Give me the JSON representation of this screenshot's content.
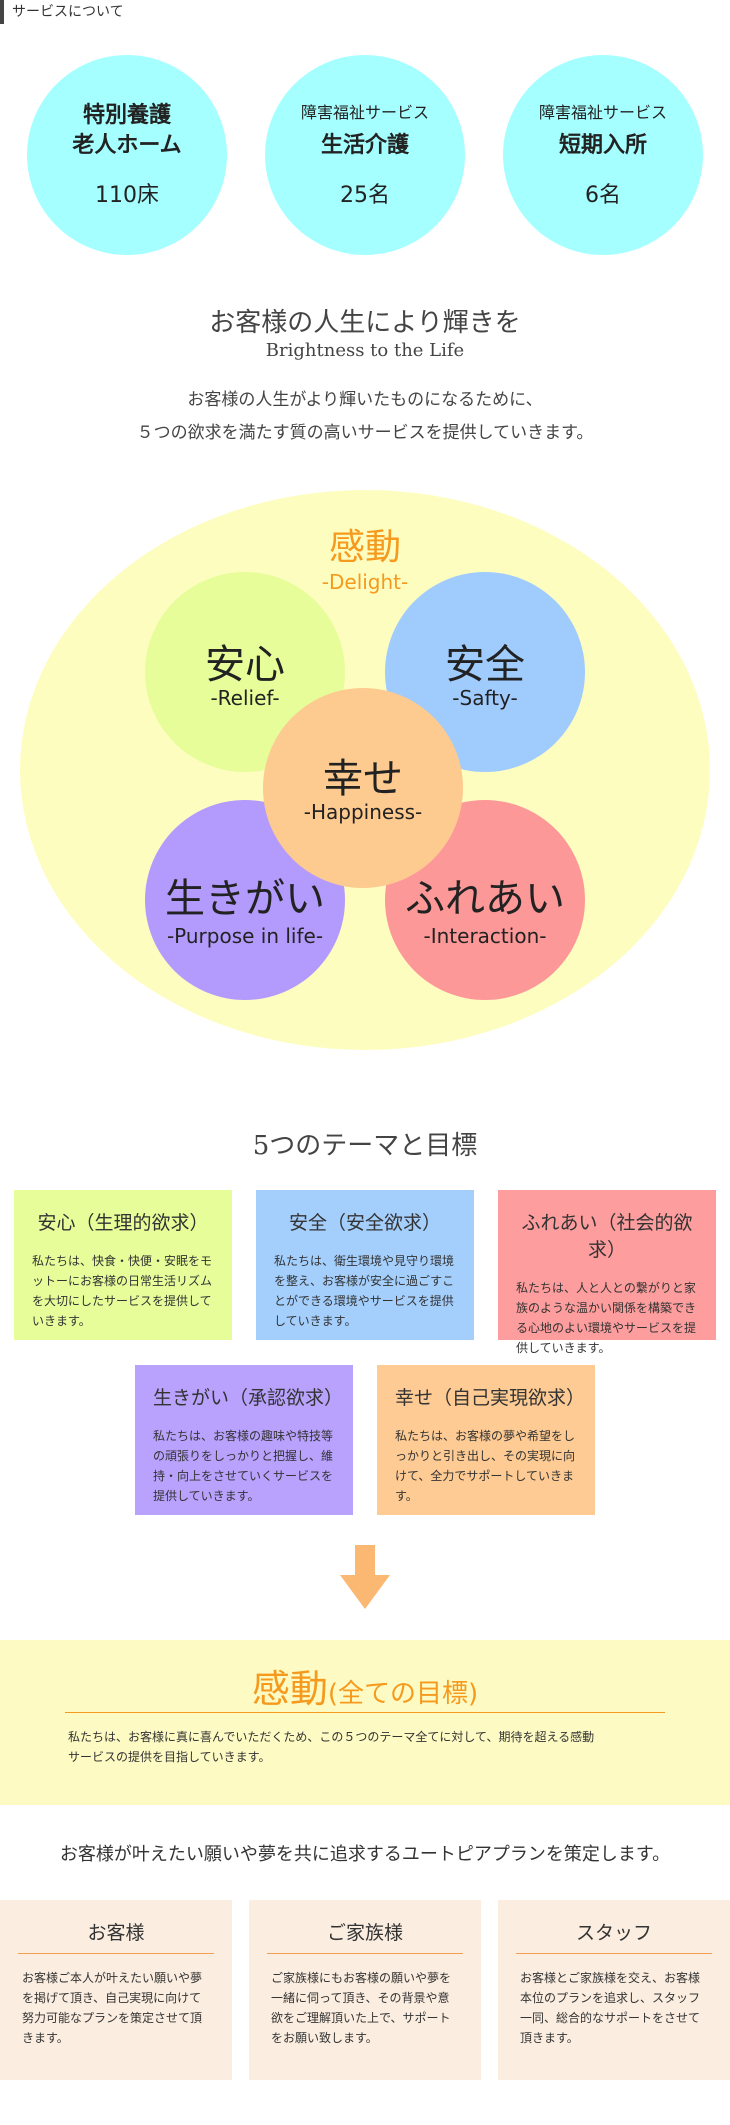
{
  "section_title": "サービスについて",
  "stats": [
    {
      "small": "",
      "big1": "特別養護",
      "big2": "老人ホーム",
      "count": "110床"
    },
    {
      "small": "障害福祉サービス",
      "big1": "生活介護",
      "big2": "",
      "count": "25名"
    },
    {
      "small": "障害福祉サービス",
      "big1": "短期入所",
      "big2": "",
      "count": "6名"
    }
  ],
  "intro": {
    "heading": "お客様の人生により輝きを",
    "subheading": "Brightness to the Life",
    "line1": "お客様の人生がより輝いたものになるために、",
    "line2": "５つの欲求を満たす質の高いサービスを提供していきます。"
  },
  "diagram": {
    "title": "感動",
    "title_en": "-Delight-",
    "petals": [
      {
        "jp": "安心",
        "en": "-Relief-",
        "color": "#e6fd9a"
      },
      {
        "jp": "安全",
        "en": "-Safty-",
        "color": "#9fcbfd"
      },
      {
        "jp": "幸せ",
        "en": "-Happiness-",
        "color": "#fdca8f"
      },
      {
        "jp": "生きがい",
        "en": "-Purpose in life-",
        "color": "#b39bfd"
      },
      {
        "jp": "ふれあい",
        "en": "-Interaction-",
        "color": "#fd9898"
      }
    ]
  },
  "themes": {
    "heading": "5つのテーマと目標",
    "cards": [
      {
        "title": "安心（生理的欲求）",
        "body": "私たちは、快食・快便・安眠をモットーにお客様の日常生活リズムを大切にしたサービスを提供していきます。",
        "color": "#e6fd9a"
      },
      {
        "title": "安全（安全欲求）",
        "body": "私たちは、衛生環境や見守り環境を整え、お客様が安全に過ごすことができる環境やサービスを提供していきます。",
        "color": "#a4cffd"
      },
      {
        "title": "ふれあい（社会的欲求）",
        "body": "私たちは、人と人との繋がりと家族のような温かい関係を構築できる心地のよい環境やサービスを提供していきます。",
        "color": "#fd9d9d"
      },
      {
        "title": "生きがい（承認欲求）",
        "body": "私たちは、お客様の趣味や特技等の頑張りをしっかりと把握し、維持・向上をさせていくサービスを提供していきます。",
        "color": "#b8a2fd"
      },
      {
        "title": "幸せ（自己実現欲求）",
        "body": "私たちは、お客様の夢や希望をしっかりと引き出し、その実現に向けて、全力でサポートしていきます。",
        "color": "#fdcb93"
      }
    ]
  },
  "goal": {
    "title": "感動",
    "title_sub": "(全ての目標)",
    "line1": "私たちは、お客様に真に喜んでいただくため、この５つのテーマ全てに対して、期待を超える感動",
    "line2": "サービスの提供を目指していきます。"
  },
  "plan": {
    "heading": "お客様が叶えたい願いや夢を共に追求するユートピアプランを策定します。",
    "cards": [
      {
        "title": "お客様",
        "body": "お客様ご本人が叶えたい願いや夢を掲げて頂き、自己実現に向けて努力可能なプランを策定させて頂きます。"
      },
      {
        "title": "ご家族様",
        "body": "ご家族様にもお客様の願いや夢を一緒に伺って頂き、その背景や意欲をご理解頂いた上で、サポートをお願い致します。"
      },
      {
        "title": "スタッフ",
        "body": "お客様とご家族様を交え、お客様本位のプランを追求し、スタッフ一同、総合的なサポートをさせて頂きます。"
      }
    ]
  },
  "colors": {
    "accent_orange": "#f59a1e",
    "circle_cyan": "#a6ffff",
    "pale_yellow": "#fefdc0"
  }
}
